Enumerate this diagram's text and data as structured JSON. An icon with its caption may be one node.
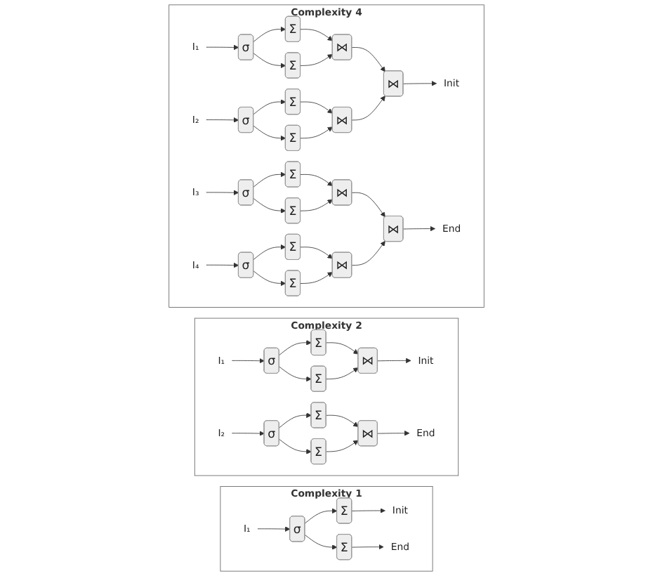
{
  "diagram": {
    "nodes": [
      {
        "text": [
          "Complexity 1"
        ]
      },
      {
        "text": [
          "I₁"
        ],
        "in": 0
      },
      {
        "text": [
          "σ"
        ],
        "in": 0
      },
      {
        "text": [
          "Σ"
        ],
        "in": 0
      },
      {
        "text": [
          "Init"
        ],
        "in": 0
      },
      {
        "text": [
          "Σ"
        ],
        "in": 0
      },
      {
        "text": [
          "End"
        ],
        "in": 0
      },
      {
        "text": [
          "Complexity 2"
        ]
      },
      {
        "text": [
          "I₁"
        ],
        "in": 7
      },
      {
        "text": [
          "σ"
        ],
        "in": 7
      },
      {
        "text": [
          "Σ"
        ],
        "in": 7
      },
      {
        "text": [
          "Σ"
        ],
        "in": 7
      },
      {
        "text": [
          "⋈"
        ],
        "in": 7
      },
      {
        "text": [
          "Init"
        ],
        "in": 7
      },
      {
        "text": [
          "I₂"
        ],
        "in": 7
      },
      {
        "text": [
          "σ"
        ],
        "in": 7
      },
      {
        "text": [
          "Σ"
        ],
        "in": 7
      },
      {
        "text": [
          "Σ"
        ],
        "in": 7
      },
      {
        "text": [
          "⋈"
        ],
        "in": 7
      },
      {
        "text": [
          "End"
        ],
        "in": 7
      },
      {
        "text": [
          "Complexity 4"
        ]
      },
      {
        "text": [
          "I₁"
        ],
        "in": 20
      },
      {
        "text": [
          "σ"
        ],
        "in": 20
      },
      {
        "text": [
          "Σ"
        ],
        "in": 20
      },
      {
        "text": [
          "Σ"
        ],
        "in": 20
      },
      {
        "text": [
          "⋈"
        ],
        "in": 20
      },
      {
        "text": [
          "I₂"
        ],
        "in": 20
      },
      {
        "text": [
          "σ"
        ],
        "in": 20
      },
      {
        "text": [
          "Σ"
        ],
        "in": 20
      },
      {
        "text": [
          "Σ"
        ],
        "in": 20
      },
      {
        "text": [
          "⋈"
        ],
        "in": 20
      },
      {
        "text": [
          "⋈"
        ],
        "in": 20
      },
      {
        "text": [
          "Init"
        ],
        "in": 20
      },
      {
        "text": [
          "I₃"
        ],
        "in": 20
      },
      {
        "text": [
          "σ"
        ],
        "in": 20
      },
      {
        "text": [
          "Σ"
        ],
        "in": 20
      },
      {
        "text": [
          "Σ"
        ],
        "in": 20
      },
      {
        "text": [
          "⋈"
        ],
        "in": 20
      },
      {
        "text": [
          "I₄"
        ],
        "in": 20
      },
      {
        "text": [
          "σ"
        ],
        "in": 20
      },
      {
        "text": [
          "Σ"
        ],
        "in": 20
      },
      {
        "text": [
          "Σ"
        ],
        "in": 20
      },
      {
        "text": [
          "⋈"
        ],
        "in": 20
      },
      {
        "text": [
          "⋈"
        ],
        "in": 20
      },
      {
        "text": [
          "End"
        ],
        "in": 20
      }
    ],
    "edges": [
      {
        "from": 1,
        "to": 2,
        "arrow": "to"
      },
      {
        "from": 2,
        "to": 3,
        "arrow": "to"
      },
      {
        "from": 3,
        "to": 4,
        "arrow": "to"
      },
      {
        "from": 2,
        "to": 5,
        "arrow": "to"
      },
      {
        "from": 5,
        "to": 6,
        "arrow": "to"
      },
      {
        "from": 8,
        "to": 9,
        "arrow": "to"
      },
      {
        "from": 9,
        "to": 10,
        "arrow": "to"
      },
      {
        "from": 9,
        "to": 11,
        "arrow": "to"
      },
      {
        "from": 10,
        "to": 12,
        "arrow": "to"
      },
      {
        "from": 11,
        "to": 12,
        "arrow": "to"
      },
      {
        "from": 12,
        "to": 13,
        "arrow": "to"
      },
      {
        "from": 14,
        "to": 15,
        "arrow": "to"
      },
      {
        "from": 15,
        "to": 16,
        "arrow": "to"
      },
      {
        "from": 15,
        "to": 17,
        "arrow": "to"
      },
      {
        "from": 16,
        "to": 18,
        "arrow": "to"
      },
      {
        "from": 17,
        "to": 18,
        "arrow": "to"
      },
      {
        "from": 18,
        "to": 19,
        "arrow": "to"
      },
      {
        "from": 21,
        "to": 22,
        "arrow": "to"
      },
      {
        "from": 22,
        "to": 23,
        "arrow": "to"
      },
      {
        "from": 22,
        "to": 24,
        "arrow": "to"
      },
      {
        "from": 23,
        "to": 25,
        "arrow": "to"
      },
      {
        "from": 24,
        "to": 25,
        "arrow": "to"
      },
      {
        "from": 26,
        "to": 27,
        "arrow": "to"
      },
      {
        "from": 27,
        "to": 28,
        "arrow": "to"
      },
      {
        "from": 27,
        "to": 29,
        "arrow": "to"
      },
      {
        "from": 28,
        "to": 30,
        "arrow": "to"
      },
      {
        "from": 29,
        "to": 30,
        "arrow": "to"
      },
      {
        "from": 25,
        "to": 31,
        "arrow": "to"
      },
      {
        "from": 30,
        "to": 31,
        "arrow": "to"
      },
      {
        "from": 31,
        "to": 32,
        "arrow": "to"
      },
      {
        "from": 33,
        "to": 34,
        "arrow": "to"
      },
      {
        "from": 34,
        "to": 35,
        "arrow": "to"
      },
      {
        "from": 34,
        "to": 36,
        "arrow": "to"
      },
      {
        "from": 35,
        "to": 37,
        "arrow": "to"
      },
      {
        "from": 36,
        "to": 37,
        "arrow": "to"
      },
      {
        "from": 38,
        "to": 39,
        "arrow": "to"
      },
      {
        "from": 39,
        "to": 40,
        "arrow": "to"
      },
      {
        "from": 39,
        "to": 41,
        "arrow": "to"
      },
      {
        "from": 40,
        "to": 42,
        "arrow": "to"
      },
      {
        "from": 41,
        "to": 42,
        "arrow": "to"
      },
      {
        "from": 37,
        "to": 43,
        "arrow": "to"
      },
      {
        "from": 42,
        "to": 43,
        "arrow": "to"
      },
      {
        "from": 43,
        "to": 44,
        "arrow": "to"
      }
    ]
  }
}
